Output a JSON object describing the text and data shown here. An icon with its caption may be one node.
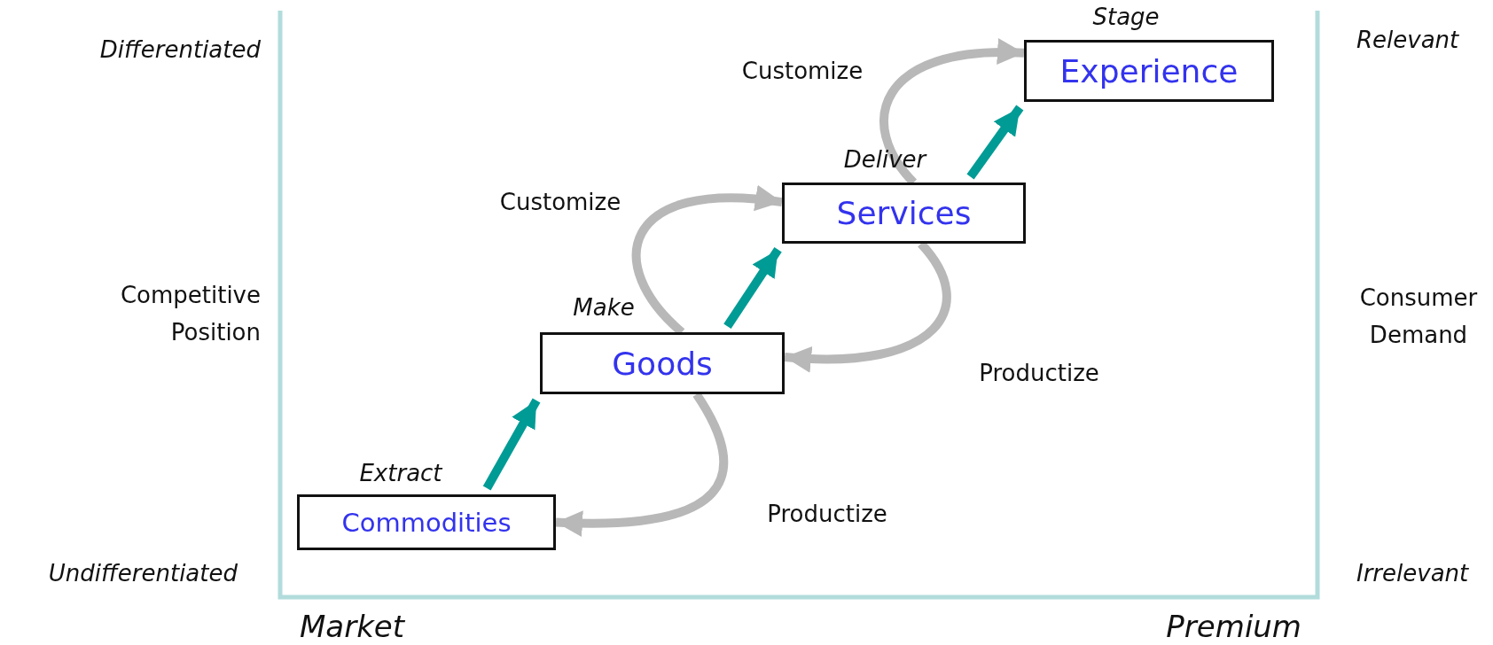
{
  "diagram": {
    "nodes": [
      {
        "text": [
          "Commodities"
        ],
        "beside": [
          "Extract"
        ]
      },
      {
        "text": [
          "Goods"
        ],
        "beside": [
          "Make"
        ]
      },
      {
        "text": [
          "Services"
        ],
        "beside": [
          "Deliver"
        ]
      },
      {
        "text": [
          "Experience"
        ],
        "beside": [
          "Stage"
        ]
      }
    ],
    "edges": [
      {
        "from": 0,
        "to": 1,
        "arrow": "to",
        "color": "#009b95"
      },
      {
        "from": 1,
        "to": 2,
        "arrow": "to",
        "color": "#009b95"
      },
      {
        "from": 2,
        "to": 3,
        "arrow": "to",
        "color": "#009b95"
      },
      {
        "from": 1,
        "to": 0,
        "arrow": "to",
        "label": "Productize"
      },
      {
        "from": 1,
        "to": 2,
        "arrow": "to",
        "label": "Customize"
      },
      {
        "from": 2,
        "to": 1,
        "arrow": "to",
        "label": "Productize"
      },
      {
        "from": 2,
        "to": 3,
        "arrow": "to",
        "label": "Customize"
      }
    ],
    "labels": [
      "Differentiated",
      "Relevant",
      "Competitive Position",
      "Consumer Demand",
      "Undifferentiated",
      "Irrelevant",
      "Market",
      "Premium"
    ]
  }
}
